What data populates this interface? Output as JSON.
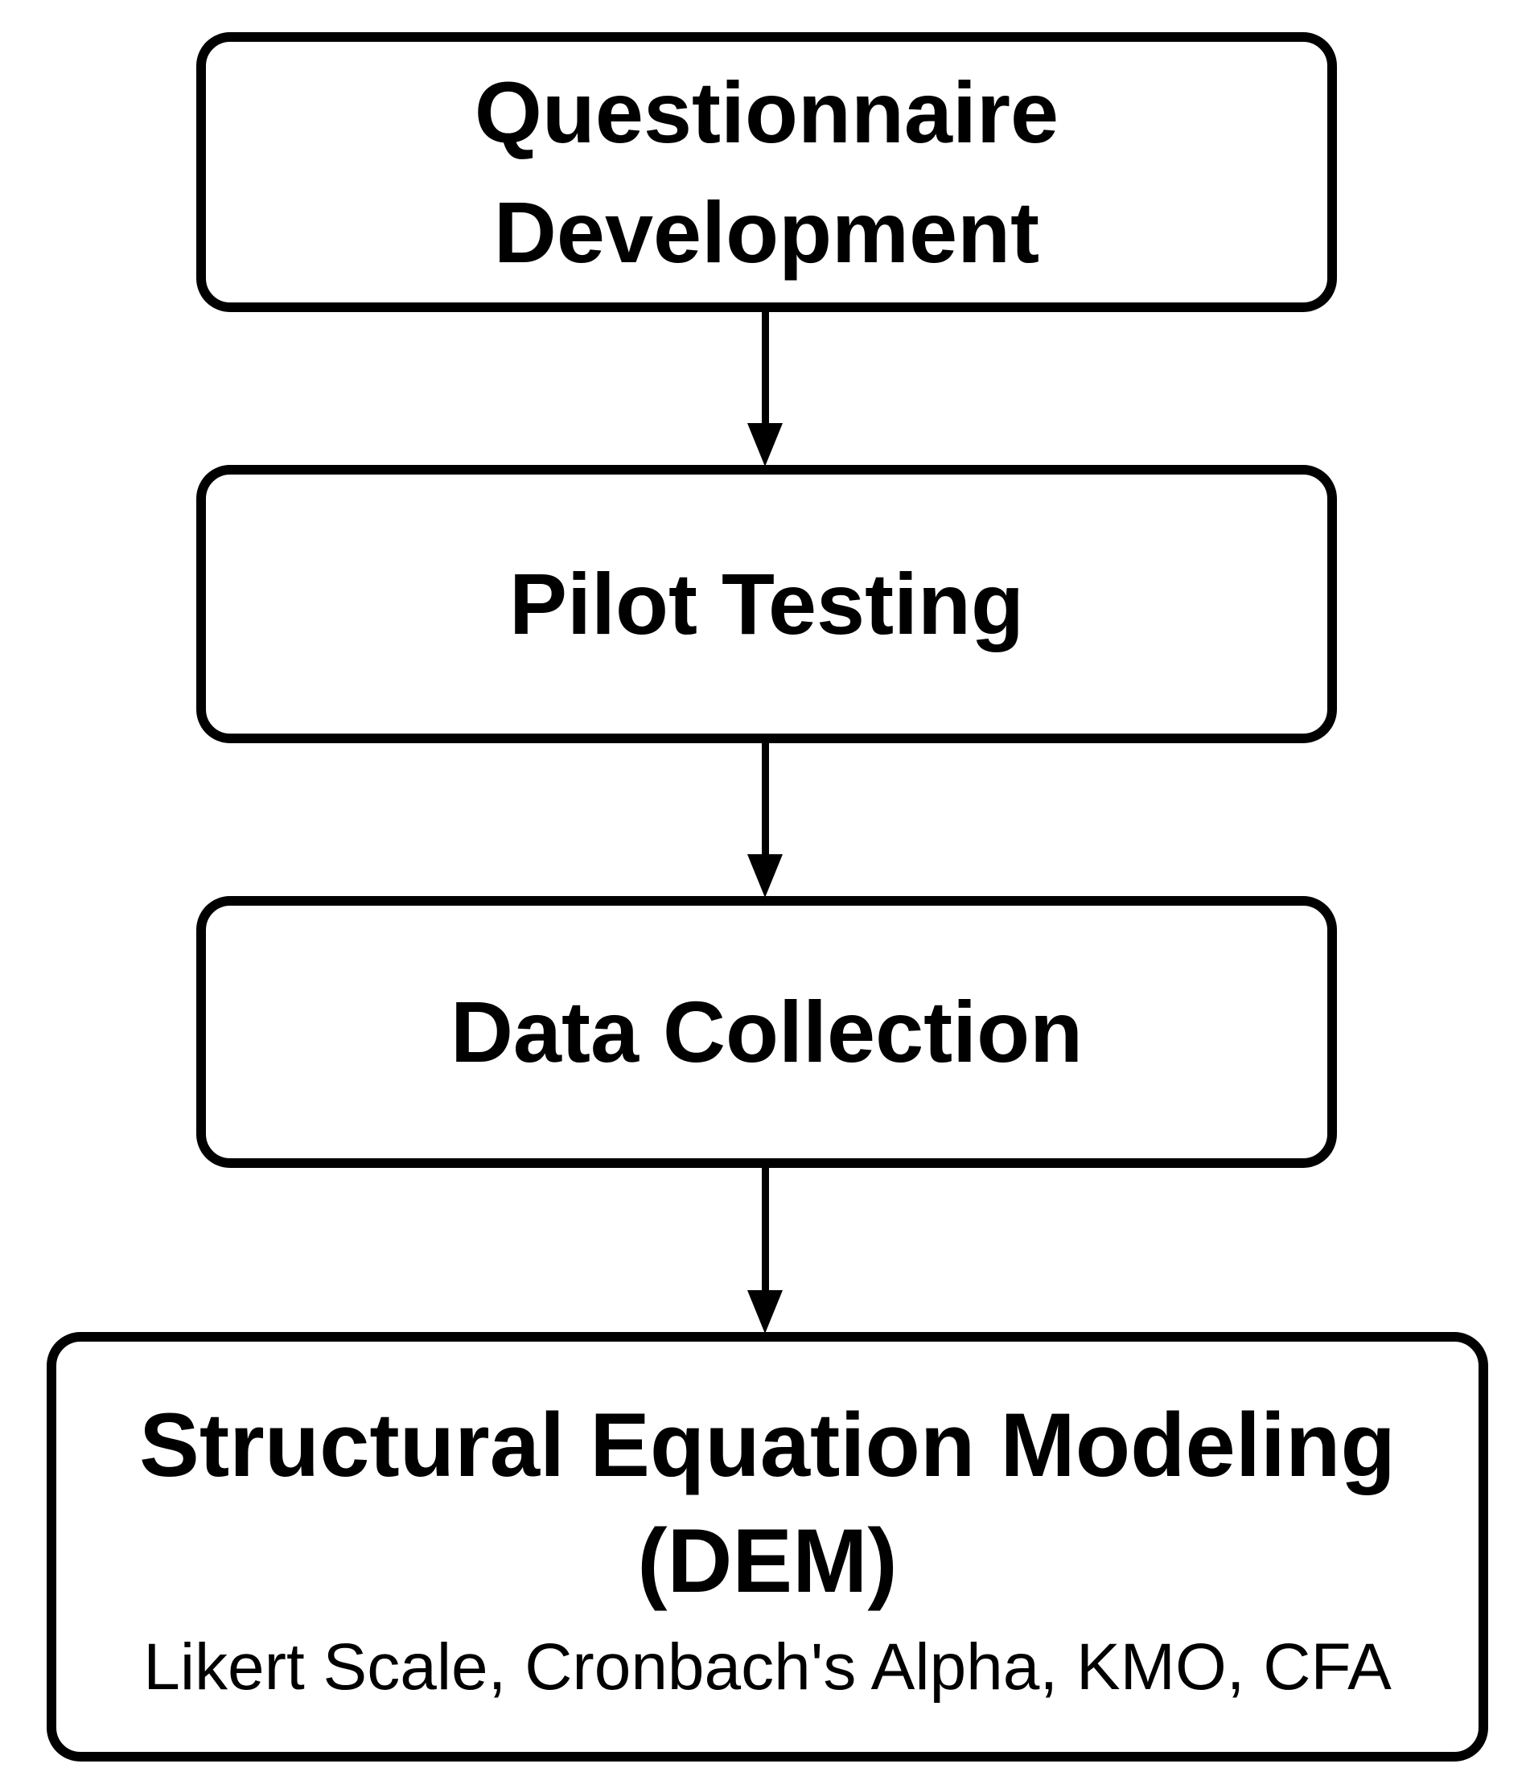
{
  "diagram": {
    "type": "flowchart",
    "direction": "top-to-bottom",
    "background_color": "#ffffff",
    "box_border_color": "#000000",
    "text_color": "#000000",
    "arrow_color": "#000000",
    "nodes": [
      {
        "id": "questionnaire-development",
        "label": "Questionnaire Development"
      },
      {
        "id": "pilot-testing",
        "label": "Pilot Testing"
      },
      {
        "id": "data-collection",
        "label": "Data Collection"
      },
      {
        "id": "structural-equation-modeling",
        "label": "Structural Equation Modeling (DEM)",
        "sublabel": "Likert Scale, Cronbach's Alpha, KMO, CFA"
      }
    ],
    "connections": [
      {
        "from": "questionnaire-development",
        "to": "pilot-testing"
      },
      {
        "from": "pilot-testing",
        "to": "data-collection"
      },
      {
        "from": "data-collection",
        "to": "structural-equation-modeling"
      }
    ]
  }
}
